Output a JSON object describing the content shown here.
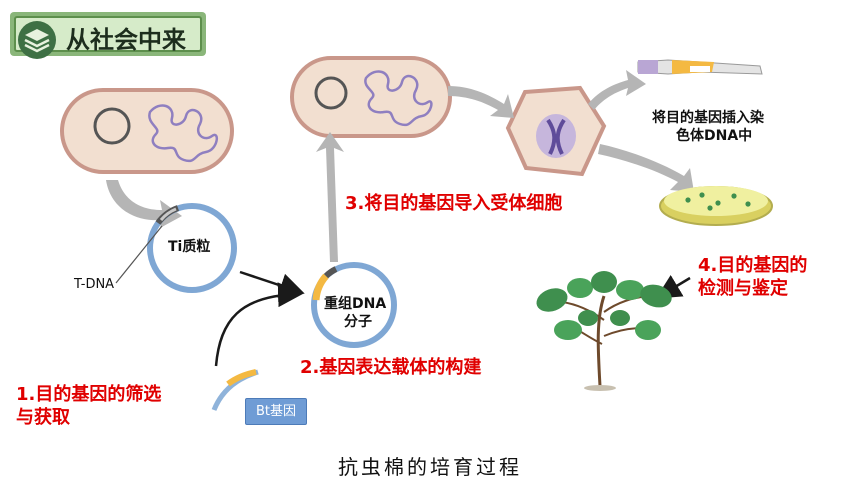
{
  "header": {
    "title": "从社会中来",
    "icon": "layers-icon"
  },
  "steps": {
    "step1_line1": "1.目的基因的筛选",
    "step1_line2": "与获取",
    "step2": "2.基因表达载体的构建",
    "step3": "3.将目的基因导入受体细胞",
    "step4_line1": "4.目的基因的",
    "step4_line2": "检测与鉴定"
  },
  "labels": {
    "ti_plasmid": "Ti质粒",
    "t_dna": "T-DNA",
    "recombinant_line1": "重组DNA",
    "recombinant_line2": "分子",
    "bt_gene": "Bt基因",
    "insert_line1": "将目的基因插入染",
    "insert_line2": "色体DNA中"
  },
  "caption": "抗虫棉的培育过程",
  "colors": {
    "step_text": "#e00000",
    "cell_fill": "#f2dfd0",
    "cell_border": "#c9978a",
    "plasmid_ring": "#7fa7d4",
    "gene_segment": "#f4b942",
    "arrow": "#b5b5b5",
    "plant": "#3f8f4e"
  }
}
